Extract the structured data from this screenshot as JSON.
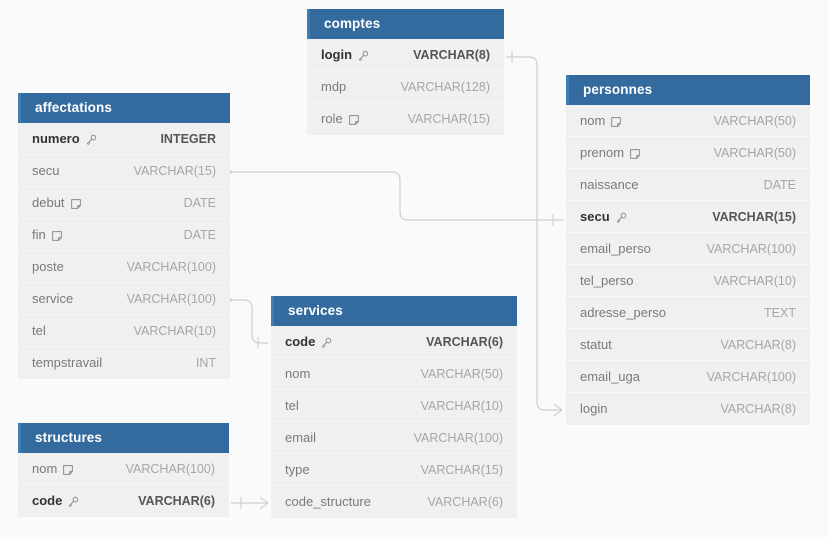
{
  "diagram": {
    "title": "database-er-diagram",
    "background_color": "#fafafa",
    "header_color": "#336b9e",
    "row_color": "#f0f0f0",
    "text_color": "#7a7a7a",
    "type_color": "#a6a6a6",
    "edge_color": "#cccccc"
  },
  "entities": [
    {
      "id": "affectations",
      "name": "affectations",
      "attributes": [
        {
          "name": "numero",
          "type": "INTEGER",
          "key": "pk",
          "icon": "key-icon"
        },
        {
          "name": "secu",
          "type": "VARCHAR(15)",
          "key": "none",
          "icon": ""
        },
        {
          "name": "debut",
          "type": "DATE",
          "key": "none",
          "icon": "note-icon"
        },
        {
          "name": "fin",
          "type": "DATE",
          "key": "none",
          "icon": "note-icon"
        },
        {
          "name": "poste",
          "type": "VARCHAR(100)",
          "key": "none",
          "icon": ""
        },
        {
          "name": "service",
          "type": "VARCHAR(100)",
          "key": "none",
          "icon": ""
        },
        {
          "name": "tel",
          "type": "VARCHAR(10)",
          "key": "none",
          "icon": ""
        },
        {
          "name": "tempstravail",
          "type": "INT",
          "key": "none",
          "icon": ""
        }
      ]
    },
    {
      "id": "comptes",
      "name": "comptes",
      "attributes": [
        {
          "name": "login",
          "type": "VARCHAR(8)",
          "key": "pk",
          "icon": "key-icon"
        },
        {
          "name": "mdp",
          "type": "VARCHAR(128)",
          "key": "none",
          "icon": ""
        },
        {
          "name": "role",
          "type": "VARCHAR(15)",
          "key": "none",
          "icon": "note-icon"
        }
      ]
    },
    {
      "id": "personnes",
      "name": "personnes",
      "attributes": [
        {
          "name": "nom",
          "type": "VARCHAR(50)",
          "key": "none",
          "icon": "note-icon"
        },
        {
          "name": "prenom",
          "type": "VARCHAR(50)",
          "key": "none",
          "icon": "note-icon"
        },
        {
          "name": "naissance",
          "type": "DATE",
          "key": "none",
          "icon": ""
        },
        {
          "name": "secu",
          "type": "VARCHAR(15)",
          "key": "pk",
          "icon": "key-icon"
        },
        {
          "name": "email_perso",
          "type": "VARCHAR(100)",
          "key": "none",
          "icon": ""
        },
        {
          "name": "tel_perso",
          "type": "VARCHAR(10)",
          "key": "none",
          "icon": ""
        },
        {
          "name": "adresse_perso",
          "type": "TEXT",
          "key": "none",
          "icon": ""
        },
        {
          "name": "statut",
          "type": "VARCHAR(8)",
          "key": "none",
          "icon": ""
        },
        {
          "name": "email_uga",
          "type": "VARCHAR(100)",
          "key": "none",
          "icon": ""
        },
        {
          "name": "login",
          "type": "VARCHAR(8)",
          "key": "none",
          "icon": ""
        }
      ]
    },
    {
      "id": "services",
      "name": "services",
      "attributes": [
        {
          "name": "code",
          "type": "VARCHAR(6)",
          "key": "pk",
          "icon": "key-icon"
        },
        {
          "name": "nom",
          "type": "VARCHAR(50)",
          "key": "none",
          "icon": ""
        },
        {
          "name": "tel",
          "type": "VARCHAR(10)",
          "key": "none",
          "icon": ""
        },
        {
          "name": "email",
          "type": "VARCHAR(100)",
          "key": "none",
          "icon": ""
        },
        {
          "name": "type",
          "type": "VARCHAR(15)",
          "key": "none",
          "icon": ""
        },
        {
          "name": "code_structure",
          "type": "VARCHAR(6)",
          "key": "none",
          "icon": ""
        }
      ]
    },
    {
      "id": "structures",
      "name": "structures",
      "attributes": [
        {
          "name": "nom",
          "type": "VARCHAR(100)",
          "key": "none",
          "icon": "note-icon"
        },
        {
          "name": "code",
          "type": "VARCHAR(6)",
          "key": "pk",
          "icon": "key-icon"
        }
      ]
    }
  ],
  "relationships": [
    {
      "from": "affectations.secu",
      "to": "personnes.secu",
      "from_cardinality": "many",
      "to_cardinality": "one"
    },
    {
      "from": "affectations.service",
      "to": "services.code",
      "from_cardinality": "many",
      "to_cardinality": "one"
    },
    {
      "from": "comptes.login",
      "to": "personnes.login",
      "from_cardinality": "one",
      "to_cardinality": "many"
    },
    {
      "from": "structures.code",
      "to": "services.code_structure",
      "from_cardinality": "one",
      "to_cardinality": "many"
    }
  ]
}
